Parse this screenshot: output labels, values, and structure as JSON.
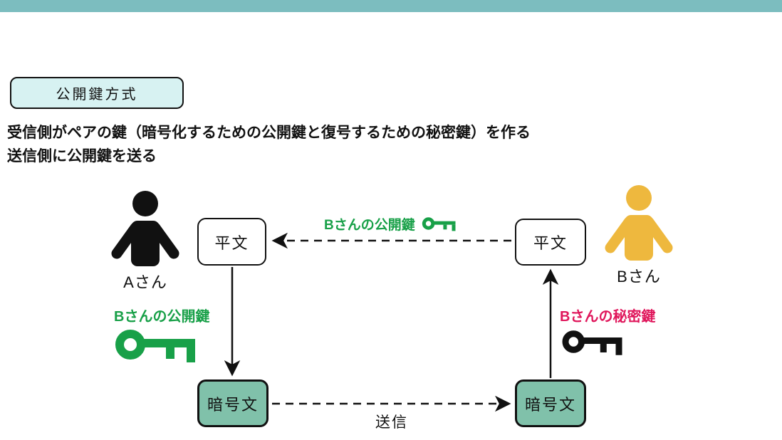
{
  "title_badge": {
    "label": "公開鍵方式"
  },
  "description": {
    "line1": "受信側がペアの鍵（暗号化するための公開鍵と復号するための秘密鍵）を作る",
    "line2": "送信側に公開鍵を送る"
  },
  "diagram": {
    "actor_a": {
      "label": "Aさん"
    },
    "actor_b": {
      "label": "Bさん"
    },
    "plaintext_left": {
      "label": "平文"
    },
    "plaintext_right": {
      "label": "平文"
    },
    "ciphertext_left": {
      "label": "暗号文"
    },
    "ciphertext_right": {
      "label": "暗号文"
    },
    "public_key_top": {
      "label": "Bさんの公開鍵"
    },
    "public_key_left": {
      "label": "Bさんの公開鍵"
    },
    "private_key_right": {
      "label": "Bさんの秘密鍵"
    },
    "send": {
      "label": "送信"
    }
  },
  "colors": {
    "teal": "#7cbdbf",
    "badge-bg": "#d7f2f2",
    "cipher": "#80c1aa",
    "green": "#18a048",
    "crimson": "#e0175c",
    "actor-a": "#111111",
    "actor-b": "#eeb83e"
  }
}
